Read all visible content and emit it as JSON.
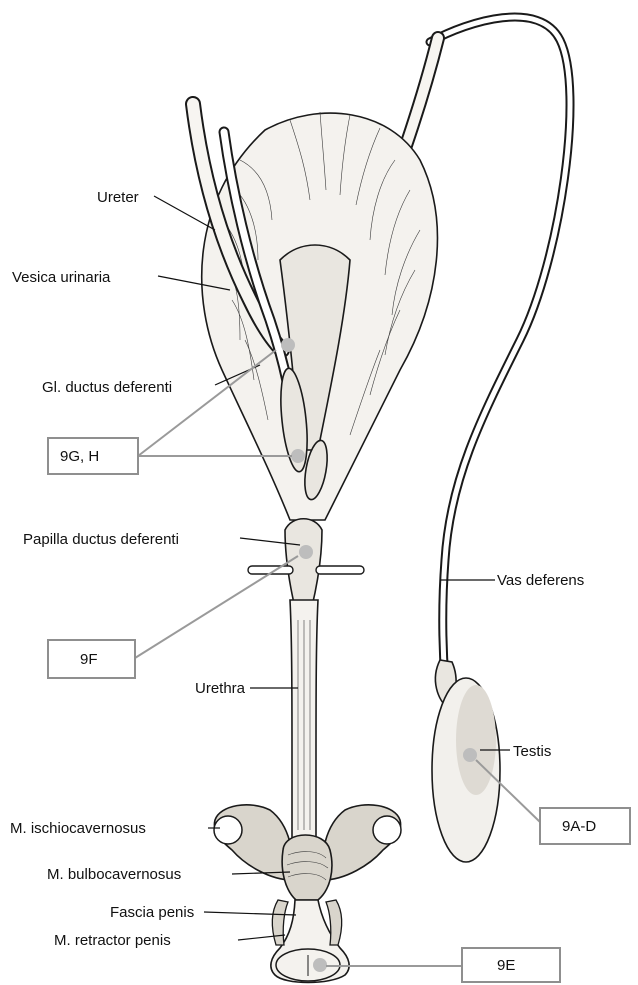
{
  "labels": {
    "ureter": "Ureter",
    "vesica_urinaria": "Vesica urinaria",
    "gl_ductus_deferenti": "Gl. ductus deferenti",
    "papilla_ductus_deferenti": "Papilla ductus deferenti",
    "vas_deferens": "Vas deferens",
    "urethra": "Urethra",
    "testis": "Testis",
    "m_ischiocavernosus": "M. ischiocavernosus",
    "m_bulbocavernosus": "M. bulbocavernosus",
    "fascia_penis": "Fascia penis",
    "m_retractor_penis": "M. retractor penis"
  },
  "reference_boxes": {
    "box_9gh": "9G, H",
    "box_9f": "9F",
    "box_9ad": "9A-D",
    "box_9e": "9E"
  },
  "colors": {
    "ink": "#1a1a1a",
    "reference_marker": "#bdbdbd",
    "reference_box_border": "#8f8f8f"
  }
}
